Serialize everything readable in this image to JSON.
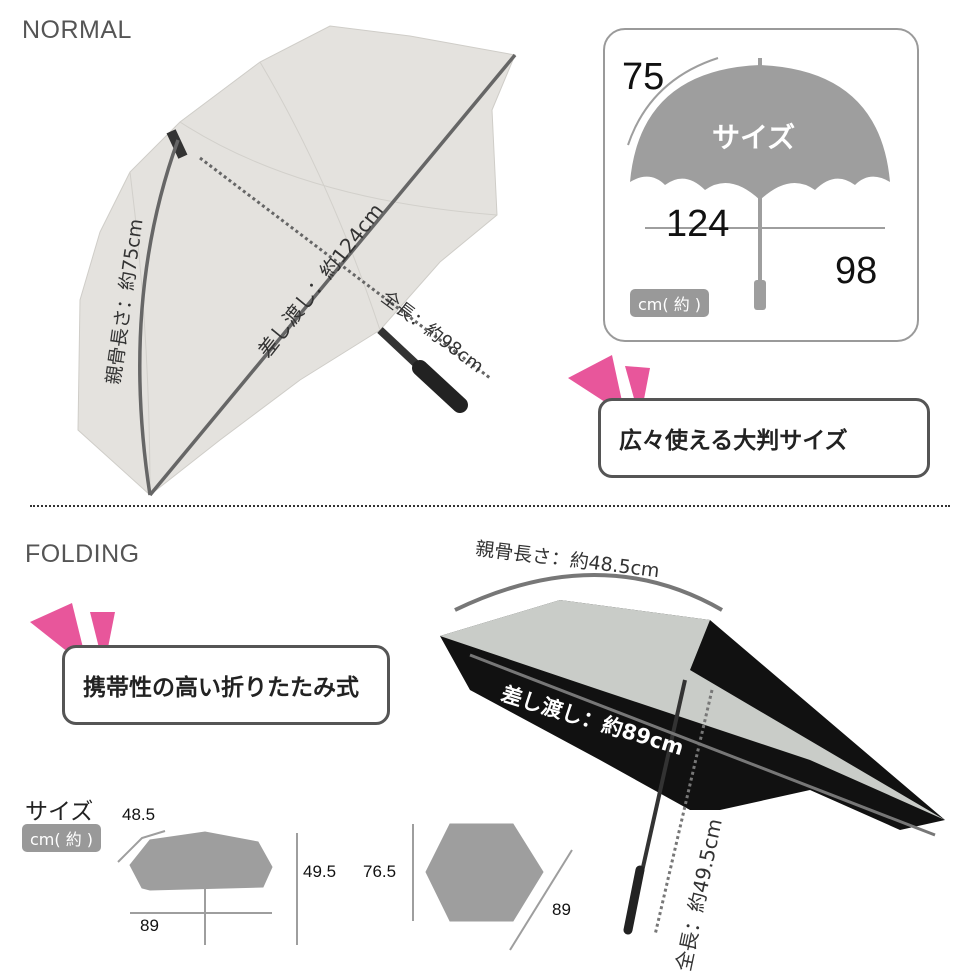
{
  "normal": {
    "section_title": "NORMAL",
    "rib_label": "親骨長さ：約75cm",
    "diameter_label": "差し渡し：約124cm",
    "length_label": "全長：約98cm",
    "size_card": {
      "rib": "75",
      "title": "サイズ",
      "diameter": "124",
      "length": "98",
      "unit": "cm( 約 )"
    },
    "callout": "広々使える大判サイズ"
  },
  "folding": {
    "section_title": "FOLDING",
    "callout": "携帯性の高い折りたたみ式",
    "rib_label": "親骨長さ：約48.5cm",
    "diameter_label": "差し渡し：約89cm",
    "length_label": "全長：約49.5cm",
    "size": {
      "title": "サイズ",
      "unit": "cm( 約 )",
      "rib": "48.5",
      "diameter": "89",
      "length": "49.5",
      "top_height": "76.5",
      "top_diagonal": "89"
    }
  },
  "colors": {
    "accent_pink": "#e8569b",
    "diagram_gray": "#9e9e9e",
    "canopy_light": "#e4e2de",
    "canopy_silver": "#c9ccc8",
    "canopy_black": "#111111"
  }
}
